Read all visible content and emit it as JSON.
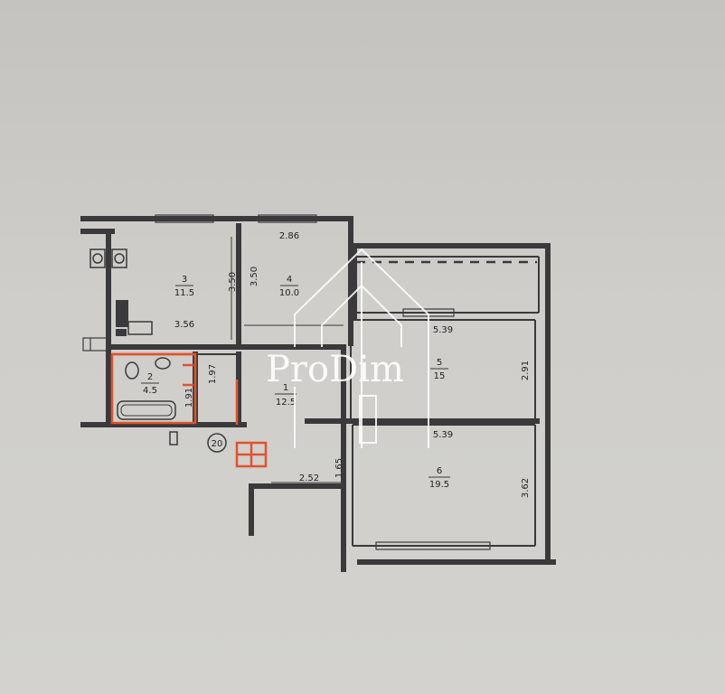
{
  "rooms": [
    {
      "number": "3",
      "area": "11.5"
    },
    {
      "number": "4",
      "area": "10.0"
    },
    {
      "number": "2",
      "area": "4.5"
    },
    {
      "number": "1",
      "area": "12.5"
    },
    {
      "number": "5",
      "area": "15"
    },
    {
      "number": "6",
      "area": "19.5"
    }
  ],
  "dimensions": {
    "kitchen_height": "3.50",
    "room4_height": "3.50",
    "kitchen_width": "3.56",
    "room4_width": "2.86",
    "room5_width": "5.39",
    "room5_height": "2.91",
    "room6_width": "5.39",
    "room6_height": "3.62",
    "bath_height": "1.97",
    "bath_width": "1.91",
    "corridor_width": "2.52",
    "corridor_depth": "1.65"
  },
  "marker": "20",
  "watermark": {
    "text": "ProDim"
  }
}
